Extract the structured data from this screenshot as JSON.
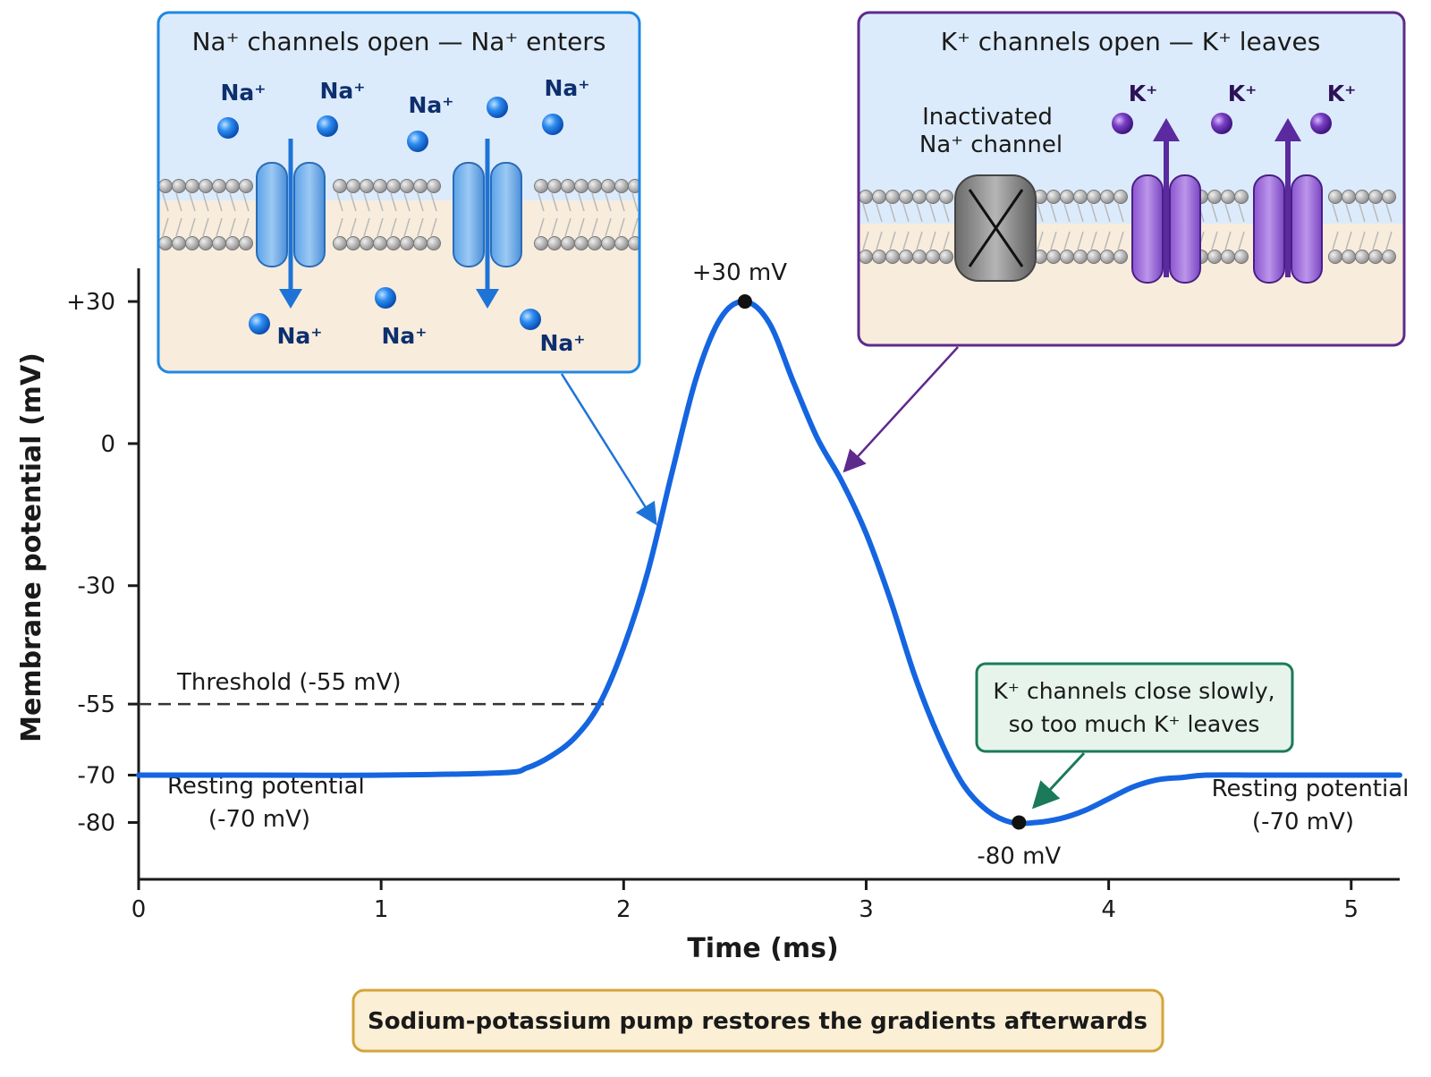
{
  "chart_data": {
    "type": "line",
    "xlabel": "Time (ms)",
    "ylabel": "Membrane potential (mV)",
    "xlim": [
      0,
      5.2
    ],
    "ylim": [
      -92,
      37
    ],
    "x_ticks": [
      "0",
      "1",
      "2",
      "3",
      "4",
      "5"
    ],
    "y_ticks": [
      {
        "value": 30,
        "label": "+30"
      },
      {
        "value": 0,
        "label": "0"
      },
      {
        "value": -30,
        "label": "-30"
      },
      {
        "value": -55,
        "label": "-55"
      },
      {
        "value": -70,
        "label": "-70"
      },
      {
        "value": -80,
        "label": "-80"
      }
    ],
    "series": [
      {
        "color": "#1565e0",
        "x": [
          0,
          0.5,
          1.0,
          1.5,
          1.6,
          1.7,
          1.8,
          1.9,
          2.0,
          2.1,
          2.2,
          2.3,
          2.4,
          2.5,
          2.6,
          2.7,
          2.8,
          2.9,
          3.0,
          3.1,
          3.2,
          3.3,
          3.4,
          3.5,
          3.6,
          3.7,
          3.8,
          3.9,
          4.0,
          4.1,
          4.2,
          4.3,
          4.4,
          4.6,
          4.8,
          5.0,
          5.2
        ],
        "y": [
          -70,
          -70,
          -70,
          -69.5,
          -68.5,
          -66,
          -62,
          -55,
          -43,
          -27,
          -6,
          14,
          26.5,
          30,
          25.5,
          13,
          1,
          -8,
          -19,
          -33,
          -49,
          -62,
          -72,
          -77.5,
          -80,
          -80,
          -79.2,
          -77.5,
          -75,
          -72.5,
          -71,
          -70.5,
          -70,
          -70,
          -70,
          -70,
          -70
        ]
      }
    ],
    "threshold": {
      "value": -55,
      "label": "Threshold (-55 mV)",
      "x_end": 1.93
    },
    "peak": {
      "x": 2.5,
      "y": 30,
      "label": "+30 mV"
    },
    "trough": {
      "x": 3.63,
      "y": -80,
      "label": "-80 mV"
    },
    "annotations": {
      "resting_left": [
        "Resting potential",
        "(-70 mV)"
      ],
      "resting_right": [
        "Resting potential",
        "(-70 mV)"
      ],
      "hyperpolarization": [
        "K⁺ channels close slowly,",
        "so too much K⁺ leaves"
      ],
      "footer": "Sodium-potassium pump restores the gradients afterwards"
    },
    "insets": {
      "na": {
        "title": "Na⁺ channels open — Na⁺ enters",
        "outside_labels": [
          "Na⁺",
          "Na⁺",
          "Na⁺",
          "Na⁺"
        ],
        "inside_labels": [
          "Na⁺",
          "Na⁺",
          "Na⁺"
        ],
        "arrow_target_time": 2.15
      },
      "k": {
        "title": "K⁺ channels open — K⁺ leaves",
        "inactivated_label": [
          "Inactivated",
          "Na⁺ channel"
        ],
        "outside_labels": [
          "K⁺",
          "K⁺",
          "K⁺"
        ],
        "arrow_target_time": 2.88
      }
    },
    "colors": {
      "curve": "#1565e0",
      "na_box_border": "#1e88e5",
      "k_box_border": "#5e2a8c",
      "green_box_border": "#1b7a5a",
      "green_box_fill": "#e6f4ec",
      "footer_border": "#d4a53c",
      "footer_fill": "#fbefd5"
    }
  }
}
